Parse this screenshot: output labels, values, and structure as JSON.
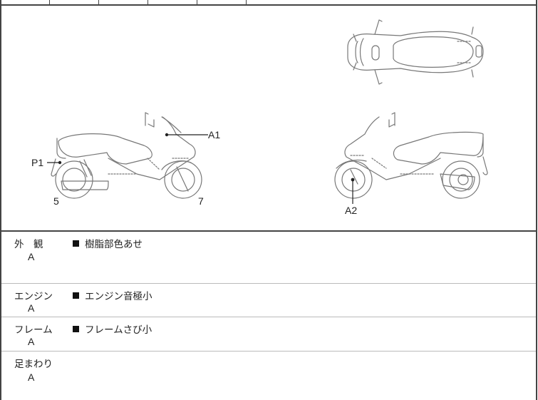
{
  "diagram": {
    "labels": {
      "a1": "A1",
      "p1": "P1",
      "a2": "A2",
      "wheel_rear_left": "5",
      "wheel_front_left": "7"
    }
  },
  "sections": [
    {
      "category": "外　観",
      "grade": "A",
      "note": "樹脂部色あせ"
    },
    {
      "category": "エンジン",
      "grade": "A",
      "note": "エンジン音極小"
    },
    {
      "category": "フレーム",
      "grade": "A",
      "note": "フレームさび小"
    },
    {
      "category": "足まわり",
      "grade": "A",
      "note": ""
    }
  ]
}
